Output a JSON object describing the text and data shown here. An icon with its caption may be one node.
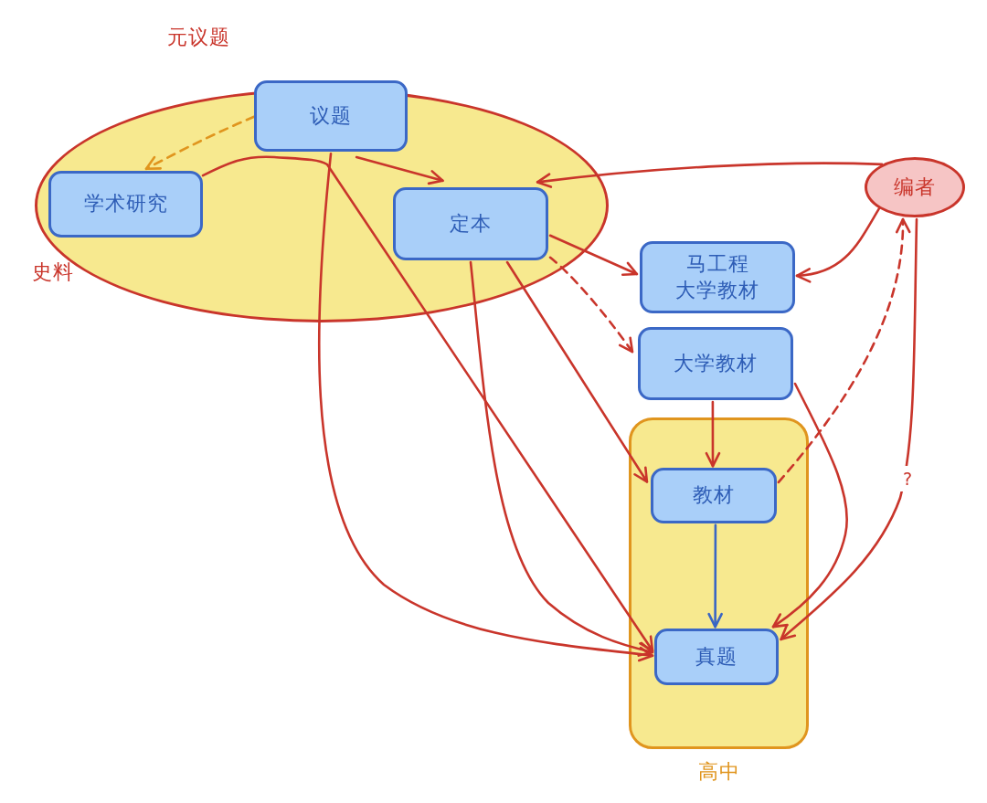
{
  "diagram": {
    "nodes": [
      {
        "text": [
          "史料"
        ]
      },
      {
        "text": [
          "议题"
        ],
        "in": 0
      },
      {
        "text": [
          "学术研究"
        ],
        "in": 0
      },
      {
        "text": [
          "定本"
        ],
        "in": 0
      },
      {
        "text": [
          "编者"
        ]
      },
      {
        "text": [
          "马工程",
          "大学教材"
        ]
      },
      {
        "text": [
          "大学教材"
        ]
      },
      {
        "text": [
          "高中"
        ]
      },
      {
        "text": [
          "教材"
        ],
        "in": 7
      },
      {
        "text": [
          "真题"
        ],
        "in": 7
      }
    ],
    "edges": [
      {
        "from": 1,
        "to": 2,
        "arrow": "to",
        "style": "dashed",
        "color": "#e0951e"
      },
      {
        "from": 2,
        "to": 9,
        "arrow": "to"
      },
      {
        "from": 1,
        "to": 3,
        "arrow": "to"
      },
      {
        "from": 1,
        "to": 9,
        "arrow": "to"
      },
      {
        "from": 4,
        "to": 3,
        "arrow": "to"
      },
      {
        "from": 4,
        "to": 5,
        "arrow": "to"
      },
      {
        "from": 3,
        "to": 5,
        "arrow": "to"
      },
      {
        "from": 3,
        "to": 6,
        "arrow": "to",
        "style": "dashed"
      },
      {
        "from": 3,
        "to": 8,
        "arrow": "to"
      },
      {
        "from": 3,
        "to": 9,
        "arrow": "to"
      },
      {
        "from": 6,
        "to": 8,
        "arrow": "to"
      },
      {
        "from": 6,
        "to": 9,
        "arrow": "to"
      },
      {
        "from": 8,
        "to": 4,
        "arrow": "to",
        "style": "dashed"
      },
      {
        "from": 4,
        "to": 9,
        "arrow": "to",
        "label": "?"
      },
      {
        "from": 8,
        "to": 9,
        "arrow": "to",
        "color": "#3a66c4"
      }
    ],
    "labels": [
      "元议题"
    ]
  }
}
